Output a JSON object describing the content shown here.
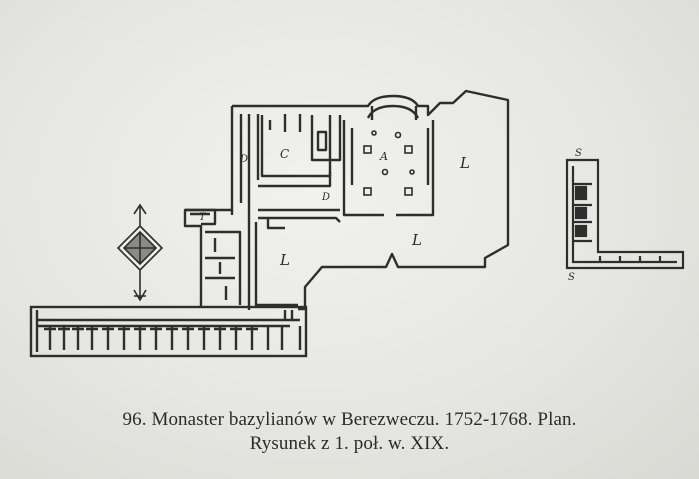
{
  "caption": {
    "line1": "96. Monaster bazylianów w Berezweczu. 1752-1768. Plan.",
    "line2": "Rysunek z 1. poł. w. XIX."
  },
  "plan_labels": {
    "A": "A",
    "C": "C",
    "D": "D",
    "L": "L",
    "T": "T",
    "S": "S"
  },
  "colors": {
    "ink": "#2e2e2e",
    "paper": "#ececE9"
  },
  "icons": [
    "compass-rose-icon"
  ]
}
